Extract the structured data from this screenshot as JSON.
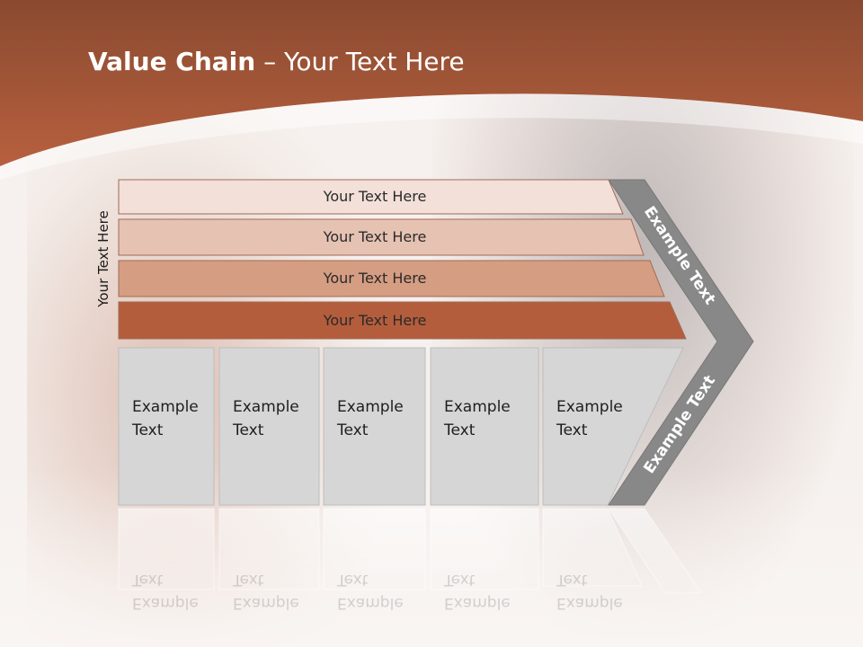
{
  "title": {
    "bold": "Value Chain",
    "rest": " – Your Text Here"
  },
  "side_label": "Your Text Here",
  "support_bars": [
    {
      "label": "Your Text Here",
      "color": "#f2e0d9"
    },
    {
      "label": "Your Text Here",
      "color": "#e6c2b2"
    },
    {
      "label": "Your Text Here",
      "color": "#d59d82"
    },
    {
      "label": "Your Text Here",
      "color": "#b45d3c"
    }
  ],
  "primary_boxes": [
    {
      "label": "Example\nText"
    },
    {
      "label": "Example\nText"
    },
    {
      "label": "Example\nText"
    },
    {
      "label": "Example\nText"
    },
    {
      "label": "Example\nText"
    }
  ],
  "chevron": {
    "upper_label": "Example Text",
    "lower_label": "Example Text",
    "color": "#888888"
  },
  "colors": {
    "header": "#a5583a",
    "header_light": "#c07a5c",
    "box_fill": "#d6d6d6",
    "box_border": "#bdbdbd"
  }
}
